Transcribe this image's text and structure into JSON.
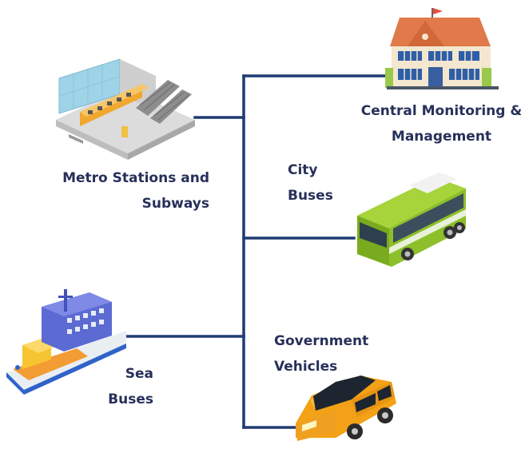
{
  "colors": {
    "connector": "#1f3b73",
    "label": "#27305a"
  },
  "nodes": [
    {
      "id": "metro",
      "icon": "metro-station-icon",
      "label_lines": [
        "Metro Stations and",
        "Subways"
      ]
    },
    {
      "id": "central",
      "icon": "building-icon",
      "label_lines": [
        "Central Monitoring &",
        "Management"
      ]
    },
    {
      "id": "bus",
      "icon": "city-bus-icon",
      "label_lines": [
        "City",
        "Buses"
      ]
    },
    {
      "id": "ferry",
      "icon": "sea-bus-icon",
      "label_lines": [
        "Sea",
        "Buses"
      ]
    },
    {
      "id": "gov",
      "icon": "car-icon",
      "label_lines": [
        "Government",
        "Vehicles"
      ]
    }
  ]
}
